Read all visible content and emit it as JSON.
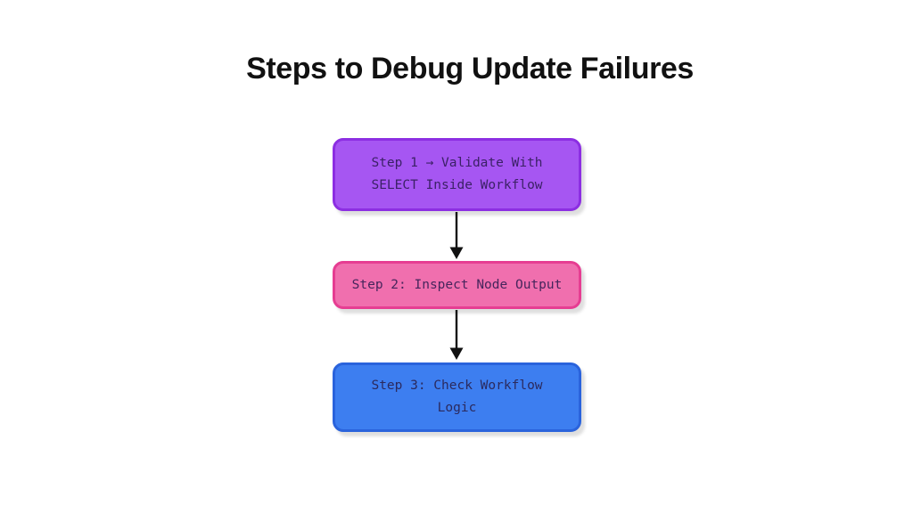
{
  "title": "Steps to Debug Update Failures",
  "diagram": {
    "background": "#ffffff",
    "title_color": "#111111",
    "arrow_color": "#111111"
  },
  "steps": [
    {
      "name": "step-1",
      "label": "Step 1 → Validate With SELECT Inside Workflow",
      "lines": [
        "Step 1 → Validate With",
        "SELECT Inside Workflow"
      ],
      "fill": "#a656f2",
      "border": "#8c2ee2",
      "text_color": "#3b2166"
    },
    {
      "name": "step-2",
      "label": "Step 2: Inspect Node Output",
      "lines": [
        "Step 2: Inspect Node Output"
      ],
      "fill": "#f06fae",
      "border": "#e63d92",
      "text_color": "#46255c"
    },
    {
      "name": "step-3",
      "label": "Step 3: Check Workflow Logic",
      "lines": [
        "Step 3: Check Workflow",
        "Logic"
      ],
      "fill": "#3d7ef0",
      "border": "#2a63dc",
      "text_color": "#2b2a5e"
    }
  ],
  "connectors": [
    {
      "from": "step-1",
      "to": "step-2"
    },
    {
      "from": "step-2",
      "to": "step-3"
    }
  ]
}
